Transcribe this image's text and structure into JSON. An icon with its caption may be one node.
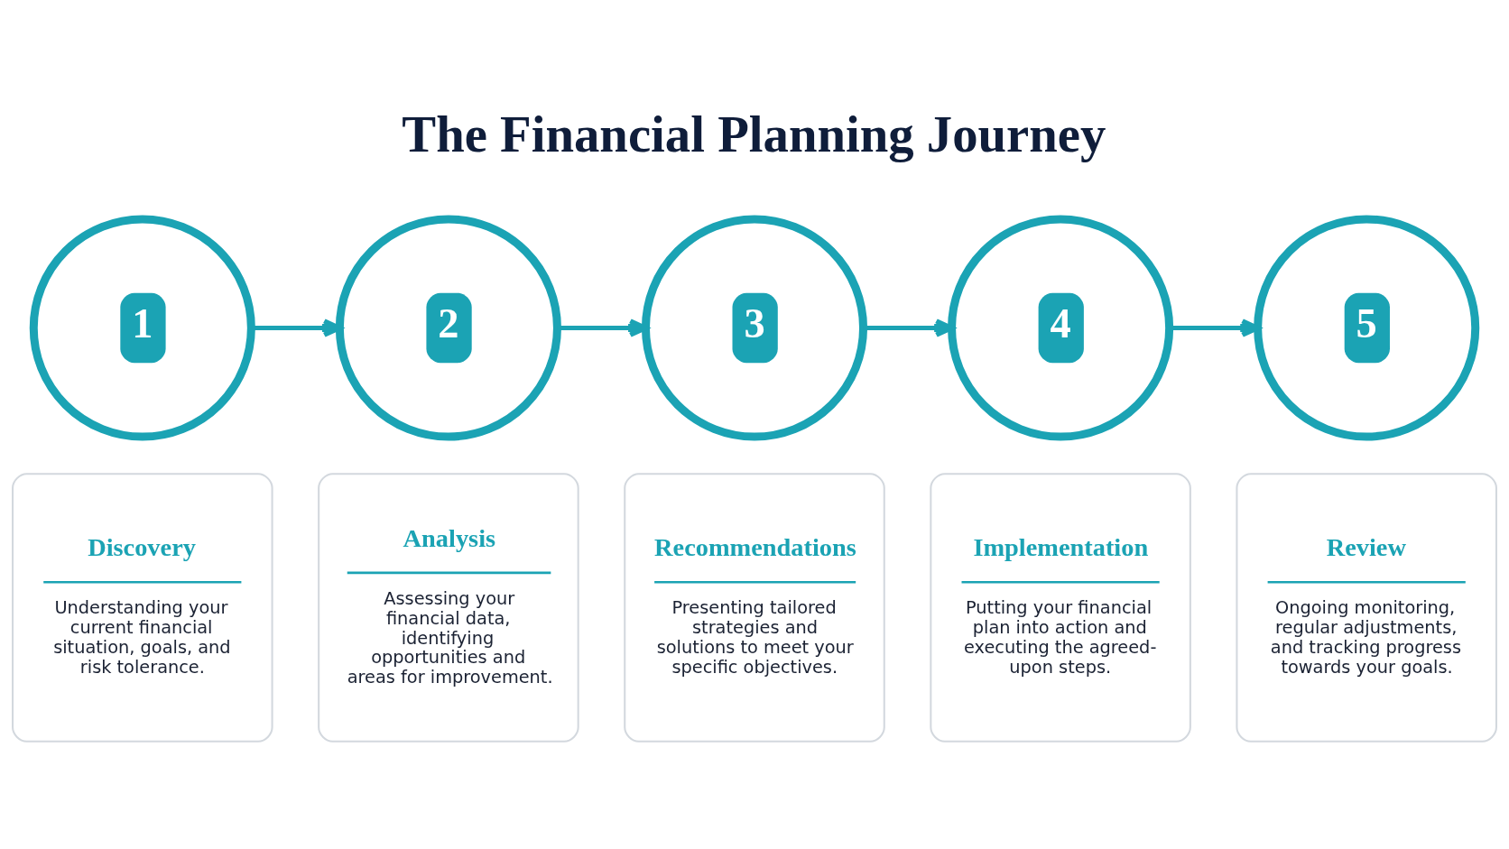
{
  "diagram": {
    "title": "The Financial Planning Journey",
    "nodes": [
      {
        "text": [
          "1"
        ]
      },
      {
        "text": [
          "2"
        ]
      },
      {
        "text": [
          "3"
        ]
      },
      {
        "text": [
          "4"
        ]
      },
      {
        "text": [
          "5"
        ]
      },
      {
        "text": [
          "Discovery",
          "Understanding your current financial situation, goals, and risk tolerance."
        ]
      },
      {
        "text": [
          "Analysis",
          "Assessing your financial data, identifying opportunities and areas for improvement."
        ]
      },
      {
        "text": [
          "Recommendations",
          "Presenting tailored strategies and solutions to meet your specific objectives."
        ]
      },
      {
        "text": [
          "Implementation",
          "Putting your financial plan into action and executing the agreed-upon steps."
        ]
      },
      {
        "text": [
          "Review",
          "Ongoing monitoring, regular adjustments, and tracking progress towards your goals."
        ]
      }
    ],
    "edges": [
      {
        "from": 0,
        "to": 1,
        "arrow": "to"
      },
      {
        "from": 1,
        "to": 2,
        "arrow": "to"
      },
      {
        "from": 2,
        "to": 3,
        "arrow": "to"
      },
      {
        "from": 3,
        "to": 4,
        "arrow": "to"
      }
    ]
  }
}
